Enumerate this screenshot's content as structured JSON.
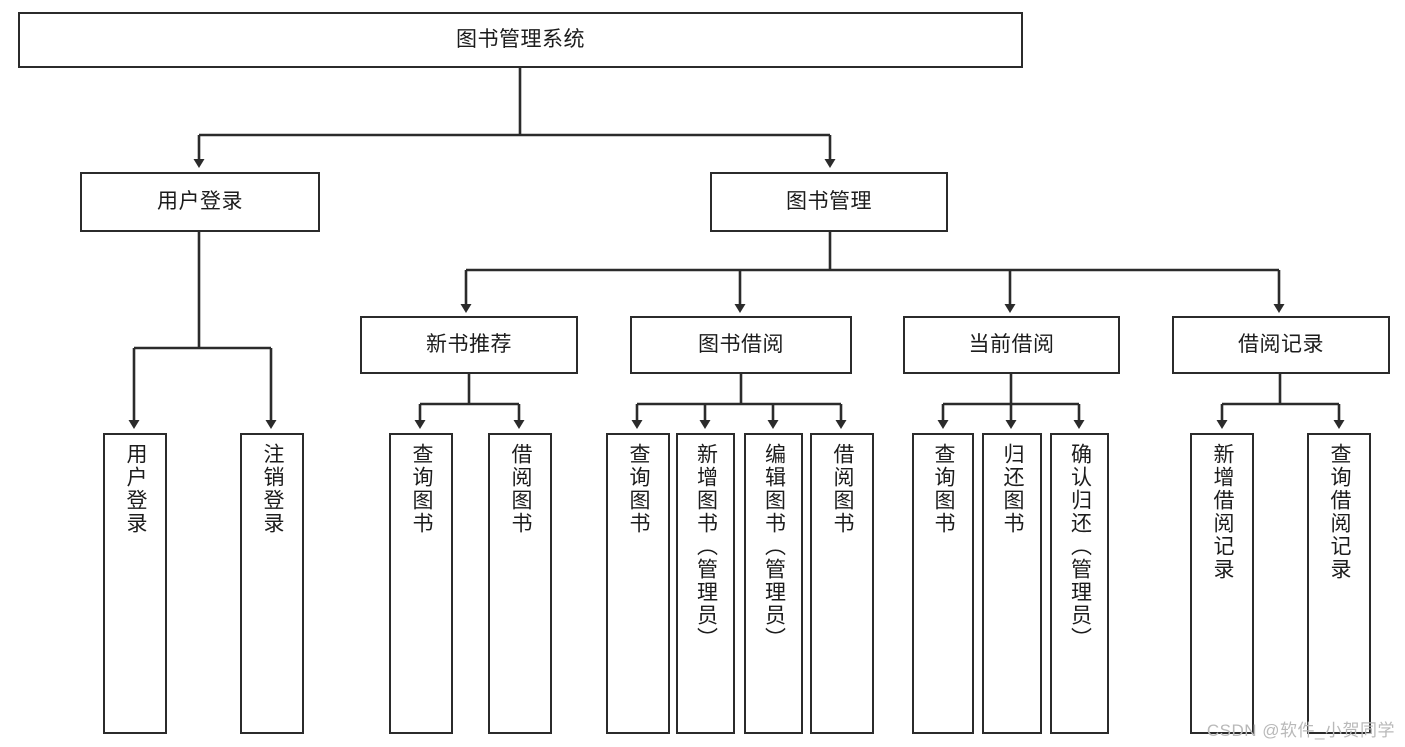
{
  "diagram": {
    "title": "图书管理系统",
    "type": "tree-hierarchy-chart",
    "colors": {
      "box_border": "#2b2b2b",
      "box_fill": "#ffffff",
      "edge": "#2b2b2b",
      "text": "#1c1c1c",
      "watermark": "#b9b9b9",
      "background": "#ffffff"
    }
  },
  "root": {
    "label": "图书管理系统"
  },
  "tier2": [
    {
      "label": "用户登录"
    },
    {
      "label": "图书管理"
    }
  ],
  "tier3": [
    {
      "label": "新书推荐"
    },
    {
      "label": "图书借阅"
    },
    {
      "label": "当前借阅"
    },
    {
      "label": "借阅记录"
    }
  ],
  "leaves": {
    "user_login": [
      {
        "label": "用户登录"
      },
      {
        "label": "注销登录"
      }
    ],
    "new_book_recommend": [
      {
        "label": "查询图书"
      },
      {
        "label": "借阅图书"
      }
    ],
    "book_borrow": [
      {
        "label": "查询图书"
      },
      {
        "label": "新增图书（管理员）"
      },
      {
        "label": "编辑图书（管理员）"
      },
      {
        "label": "借阅图书"
      }
    ],
    "current_borrow": [
      {
        "label": "查询图书"
      },
      {
        "label": "归还图书"
      },
      {
        "label": "确认归还（管理员）"
      }
    ],
    "borrow_record": [
      {
        "label": "新增借阅记录"
      },
      {
        "label": "查询借阅记录"
      }
    ]
  },
  "watermark": {
    "text": "CSDN @软件_小贺同学"
  }
}
